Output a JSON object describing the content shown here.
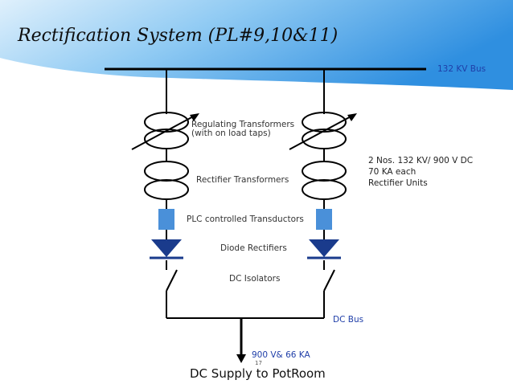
{
  "title": "Rectification System (PL#9,10&11)",
  "labels": {
    "bus_132kv": "132 KV Bus",
    "regulating_transformers_line1": "Regulating Transformers",
    "regulating_transformers_line2": "(with on load taps)",
    "rectifier_transformers": "Rectifier Transformers",
    "plc_transductors": "PLC controlled Transductors",
    "diode_rectifiers": "Diode Rectifiers",
    "dc_isolators": "DC Isolators",
    "dc_bus": "DC Bus",
    "output_rating": "900 V& 66 KA",
    "dc_supply": "DC Supply to PotRoom"
  },
  "units_note": {
    "line1": "2 Nos. 132 KV/ 900 V DC",
    "line2": "70 KA each",
    "line3": "Rectifier Units"
  },
  "page_number": "17",
  "colors": {
    "header_blue": "#3da0e8",
    "transductor_blue": "#4a90d9",
    "diode_navy": "#1a3b8c",
    "text_blue": "#1f3ea8"
  }
}
